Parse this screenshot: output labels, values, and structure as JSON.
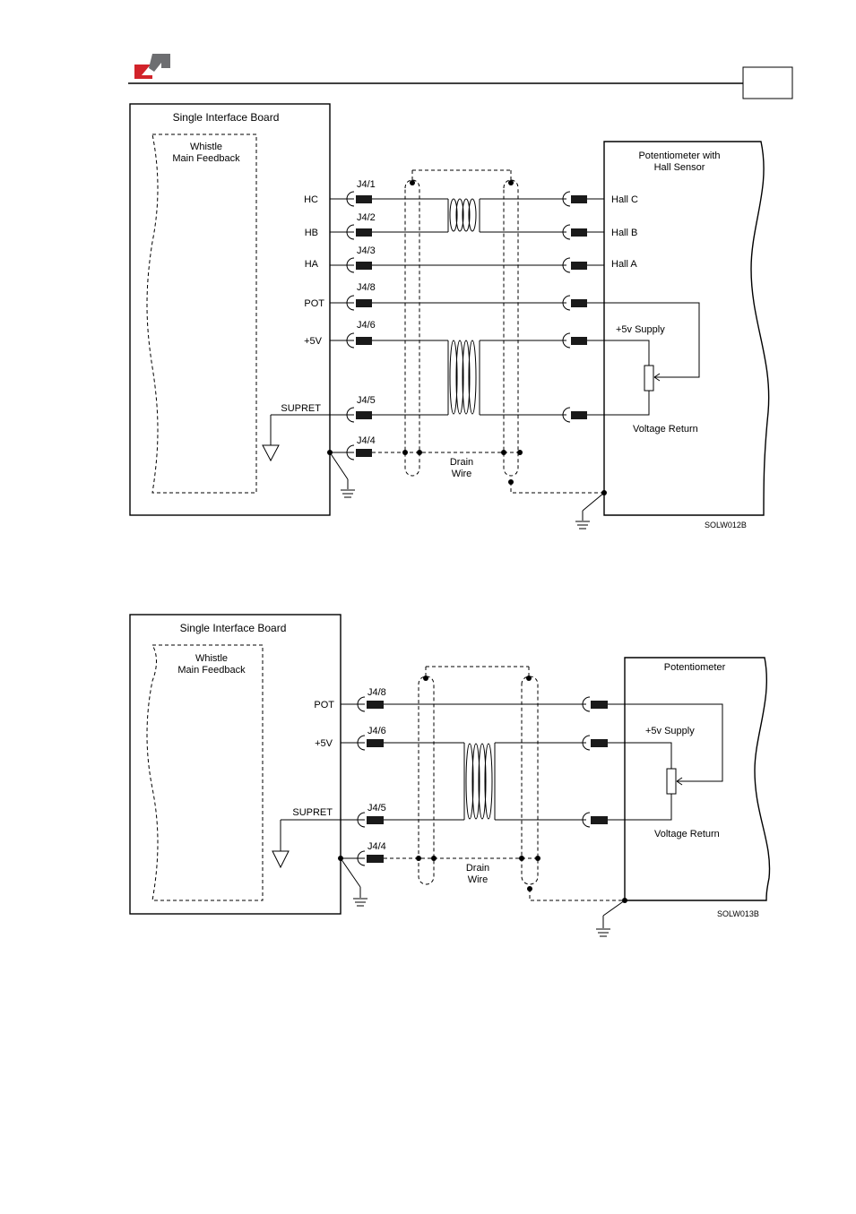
{
  "header": {
    "logo_colors": {
      "red": "#d2232a",
      "gray": "#6d6e71"
    },
    "page_box_text": ""
  },
  "diagram1": {
    "board_title": "Single Interface Board",
    "module_title_line1": "Whistle",
    "module_title_line2": "Main Feedback",
    "device_title_line1": "Potentiometer with",
    "device_title_line2": "Hall Sensor",
    "signals": [
      "HC",
      "HB",
      "HA",
      "POT",
      "+5V",
      "SUPRET"
    ],
    "pins": [
      "J4/1",
      "J4/2",
      "J4/3",
      "J4/8",
      "J4/6",
      "J4/5",
      "J4/4"
    ],
    "device_pins": [
      "Hall C",
      "Hall B",
      "Hall A"
    ],
    "supply_label": "+5v Supply",
    "return_label": "Voltage Return",
    "drain_line1": "Drain",
    "drain_line2": "Wire",
    "figure_id": "SOLW012B"
  },
  "diagram2": {
    "board_title": "Single Interface Board",
    "module_title_line1": "Whistle",
    "module_title_line2": "Main Feedback",
    "device_title": "Potentiometer",
    "signals": [
      "POT",
      "+5V",
      "SUPRET"
    ],
    "pins": [
      "J4/8",
      "J4/6",
      "J4/5",
      "J4/4"
    ],
    "supply_label": "+5v Supply",
    "return_label": "Voltage Return",
    "drain_line1": "Drain",
    "drain_line2": "Wire",
    "figure_id": "SOLW013B"
  }
}
